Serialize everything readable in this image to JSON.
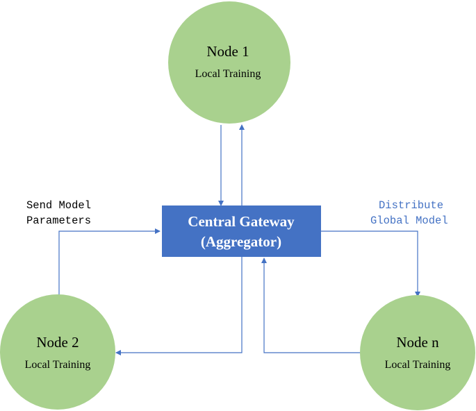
{
  "colors": {
    "node_fill": "#a9d18e",
    "gateway_fill": "#4472c4",
    "arrow": "#4472c4",
    "distribute_text": "#4472c4",
    "send_text": "#000000"
  },
  "gateway": {
    "line1": "Central Gateway",
    "line2": "(Aggregator)"
  },
  "nodes": [
    {
      "title": "Node 1",
      "subtitle": "Local Training"
    },
    {
      "title": "Node 2",
      "subtitle": "Local Training"
    },
    {
      "title": "Node n",
      "subtitle": "Local Training"
    }
  ],
  "labels": {
    "send_line1": "Send Model",
    "send_line2": "Parameters",
    "distribute_line1": "Distribute",
    "distribute_line2": "Global Model"
  }
}
